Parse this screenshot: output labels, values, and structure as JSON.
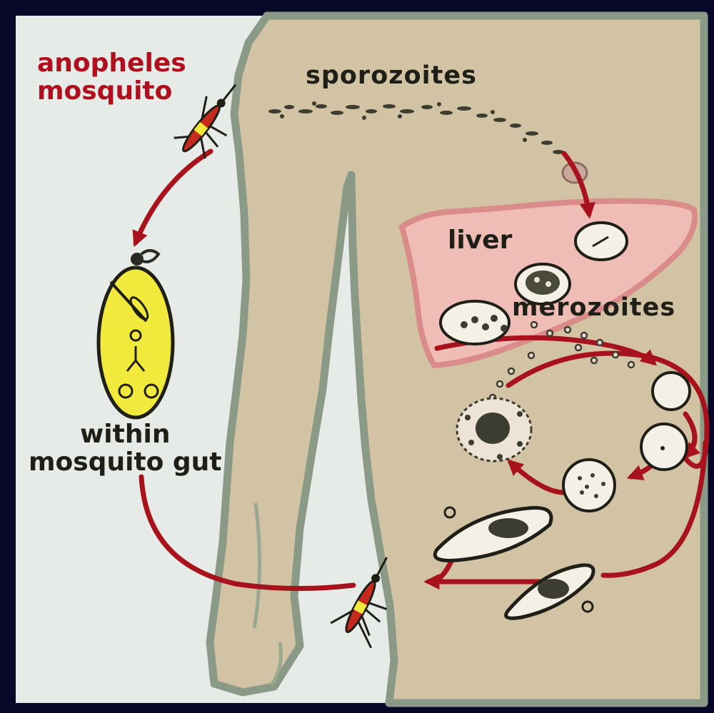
{
  "colors": {
    "border": "#07072a",
    "background": "#e7ebe7",
    "body_skin": "#d2c3a5",
    "body_outline": "#8b9a86",
    "liver_fill": "#efbcb6",
    "liver_outline": "#d98c8a",
    "cycle_arrow": "#a8121c",
    "gut_fill": "#f1ea3c",
    "mosquito_label": "#b0101e",
    "label_text": "#1f1f18"
  },
  "labels": {
    "anopheles_mosquito": "anopheles\nmosquito",
    "sporozoites": "sporozoites",
    "liver": "liver",
    "merozoites": "merozoites",
    "within_mosquito_gut": "within\nmosquito gut"
  },
  "icons": {
    "vector": "mosquito-icon",
    "hepatocyte": "liver-cell-icon",
    "red_blood_cell": "red-blood-cell-icon",
    "gametocyte": "gametocyte-icon"
  }
}
